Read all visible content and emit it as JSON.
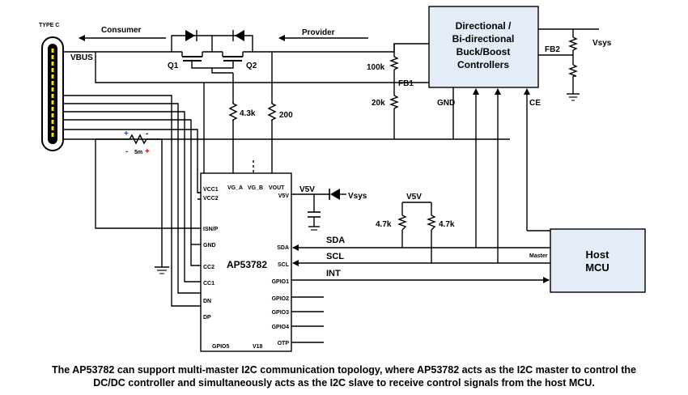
{
  "connector": {
    "label": "TYPE C",
    "vbus": "VBUS"
  },
  "flow": {
    "consumer": "Consumer",
    "provider": "Provider"
  },
  "mosfets": {
    "q1": "Q1",
    "q2": "Q2"
  },
  "controller": {
    "lines": [
      "Directional /",
      "Bi-directional",
      "Buck/Boost",
      "Controllers"
    ],
    "fb2": "FB2",
    "vsys": "Vsys",
    "fb1": "FB1",
    "gnd": "GND",
    "ce": "CE"
  },
  "divider": {
    "r_top": "100k",
    "r_bottom": "20k"
  },
  "resistors": {
    "r43": "4.3k",
    "r200": "200",
    "pullup_left": "4.7k",
    "pullup_right": "4.7k",
    "pullup_rail": "V5V"
  },
  "sense": {
    "value": "5m",
    "plus": "+",
    "minus": "-"
  },
  "chip": {
    "name": "AP53782",
    "pins_left": [
      "VCC1",
      "VCC2",
      "ISN/P",
      "GND",
      "CC2",
      "CC1",
      "DN",
      "DP"
    ],
    "pins_top": [
      "VG_A",
      "VG_B",
      "VOUT"
    ],
    "pins_right": [
      "V5V",
      "SDA",
      "SCL",
      "GPIO1",
      "GPIO2",
      "GPIO3",
      "GPIO4",
      "OTP"
    ],
    "pins_bottom": [
      "GPIO5",
      "V18"
    ]
  },
  "v5v": {
    "label": "V5V",
    "vsys": "Vsys"
  },
  "bus": {
    "sda": "SDA",
    "scl": "SCL",
    "int": "INT"
  },
  "mcu": {
    "line1": "Host",
    "line2": "MCU",
    "master": "Master"
  },
  "caption": {
    "line1": "The AP53782 can support multi-master I2C communication topology, where AP53782 acts as the I2C master to control the",
    "line2": "DC/DC controller and simultaneously acts as the I2C slave to receive control signals from the host MCU."
  }
}
